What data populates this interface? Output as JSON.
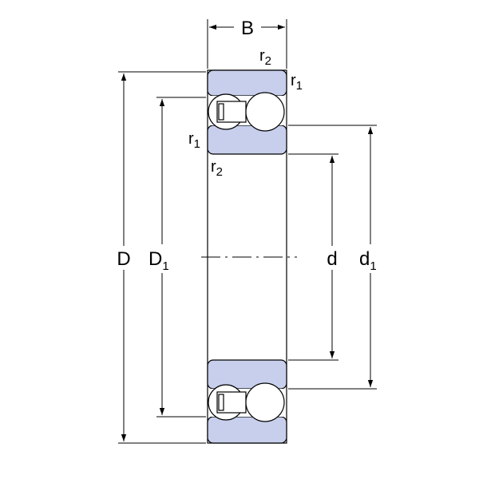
{
  "diagram": {
    "labels": {
      "B": "B",
      "D": "D",
      "D1_main": "D",
      "D1_sub": "1",
      "d": "d",
      "d1_main": "d",
      "d1_sub": "1",
      "r": "r",
      "sub_1": "1",
      "sub_2": "2"
    },
    "colors": {
      "ring_fill": "#c7cfec",
      "line": "#000000",
      "background": "#ffffff"
    }
  }
}
